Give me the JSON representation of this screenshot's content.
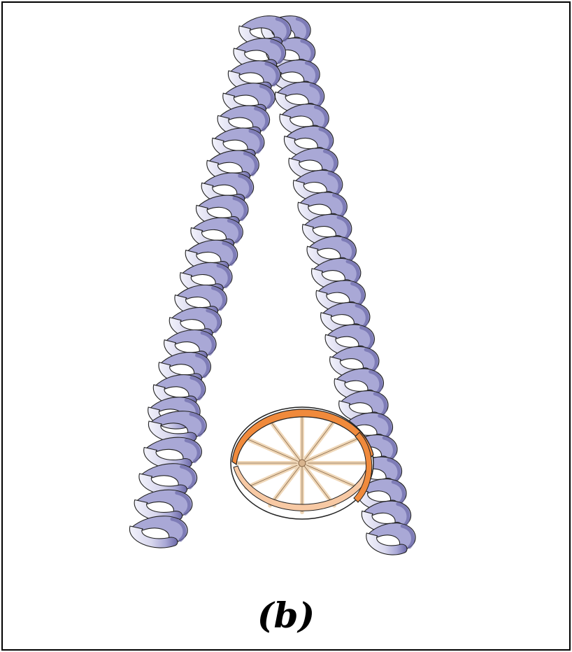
{
  "figure": {
    "panel_label": "(b)",
    "colors": {
      "coil_dark": "#6c69a9",
      "coil_mid": "#a9a8d6",
      "coil_light": "#f2f2fb",
      "outline": "#222222",
      "rim_orange": "#f08a3c",
      "rim_light": "#f7c9a4",
      "spoke": "#efd7b8",
      "frame_border": "#000000"
    },
    "icons": [
      "coiled-coil-helix",
      "spoked-wheel"
    ]
  }
}
